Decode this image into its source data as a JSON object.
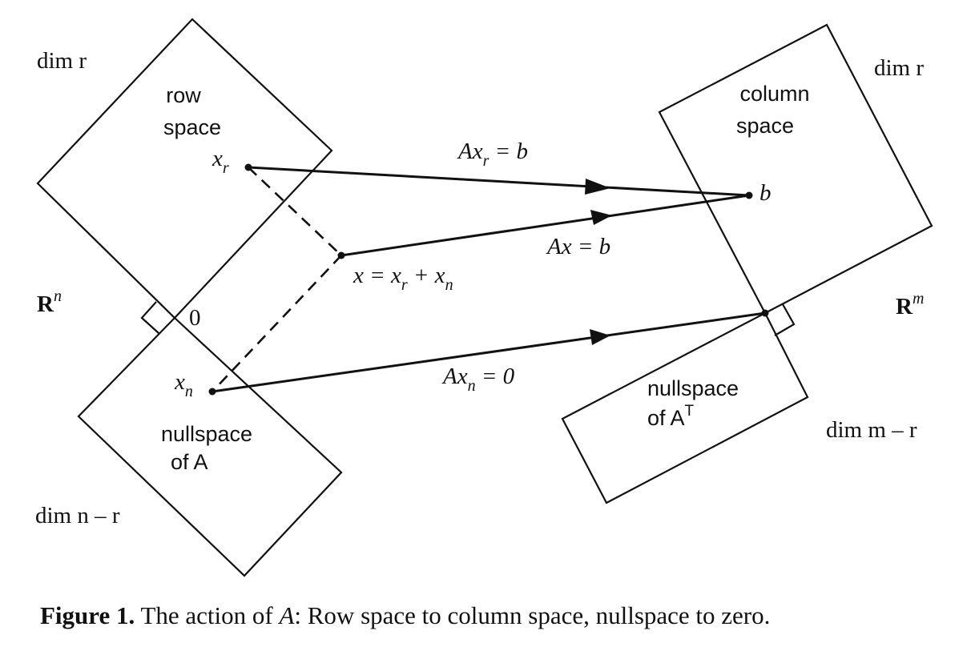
{
  "row_space": {
    "line1": "row",
    "line2": "space",
    "dim": "dim r"
  },
  "nullspace_a": {
    "line1": "nullspace",
    "line2": "of A",
    "dim": "dim n – r"
  },
  "column_space": {
    "line1": "column",
    "line2": "space",
    "dim": "dim r"
  },
  "nullspace_at": {
    "line1": "nullspace",
    "line2_of": "of A",
    "line2_sup": "T",
    "dim": "dim m – r"
  },
  "spaces": {
    "domain_letter": "R",
    "domain_sup": "n",
    "codomain_letter": "R",
    "codomain_sup": "m"
  },
  "points": {
    "xr_base": "x",
    "xr_sub": "r",
    "xn_base": "x",
    "xn_sub": "n",
    "x_eq": "x = x",
    "x_sub1": "r",
    "x_plus": " + x",
    "x_sub2": "n",
    "zero": "0",
    "b": "b"
  },
  "maps": {
    "axr_pre": "Ax",
    "axr_sub": "r",
    "axr_post": " = b",
    "ax": "Ax = b",
    "axn_pre": "Ax",
    "axn_sub": "n",
    "axn_post": " = 0"
  },
  "caption": {
    "label": "Figure 1.",
    "text_pre": " The action of ",
    "text_var": "A",
    "text_post": ": Row space to column space, nullspace to zero."
  }
}
